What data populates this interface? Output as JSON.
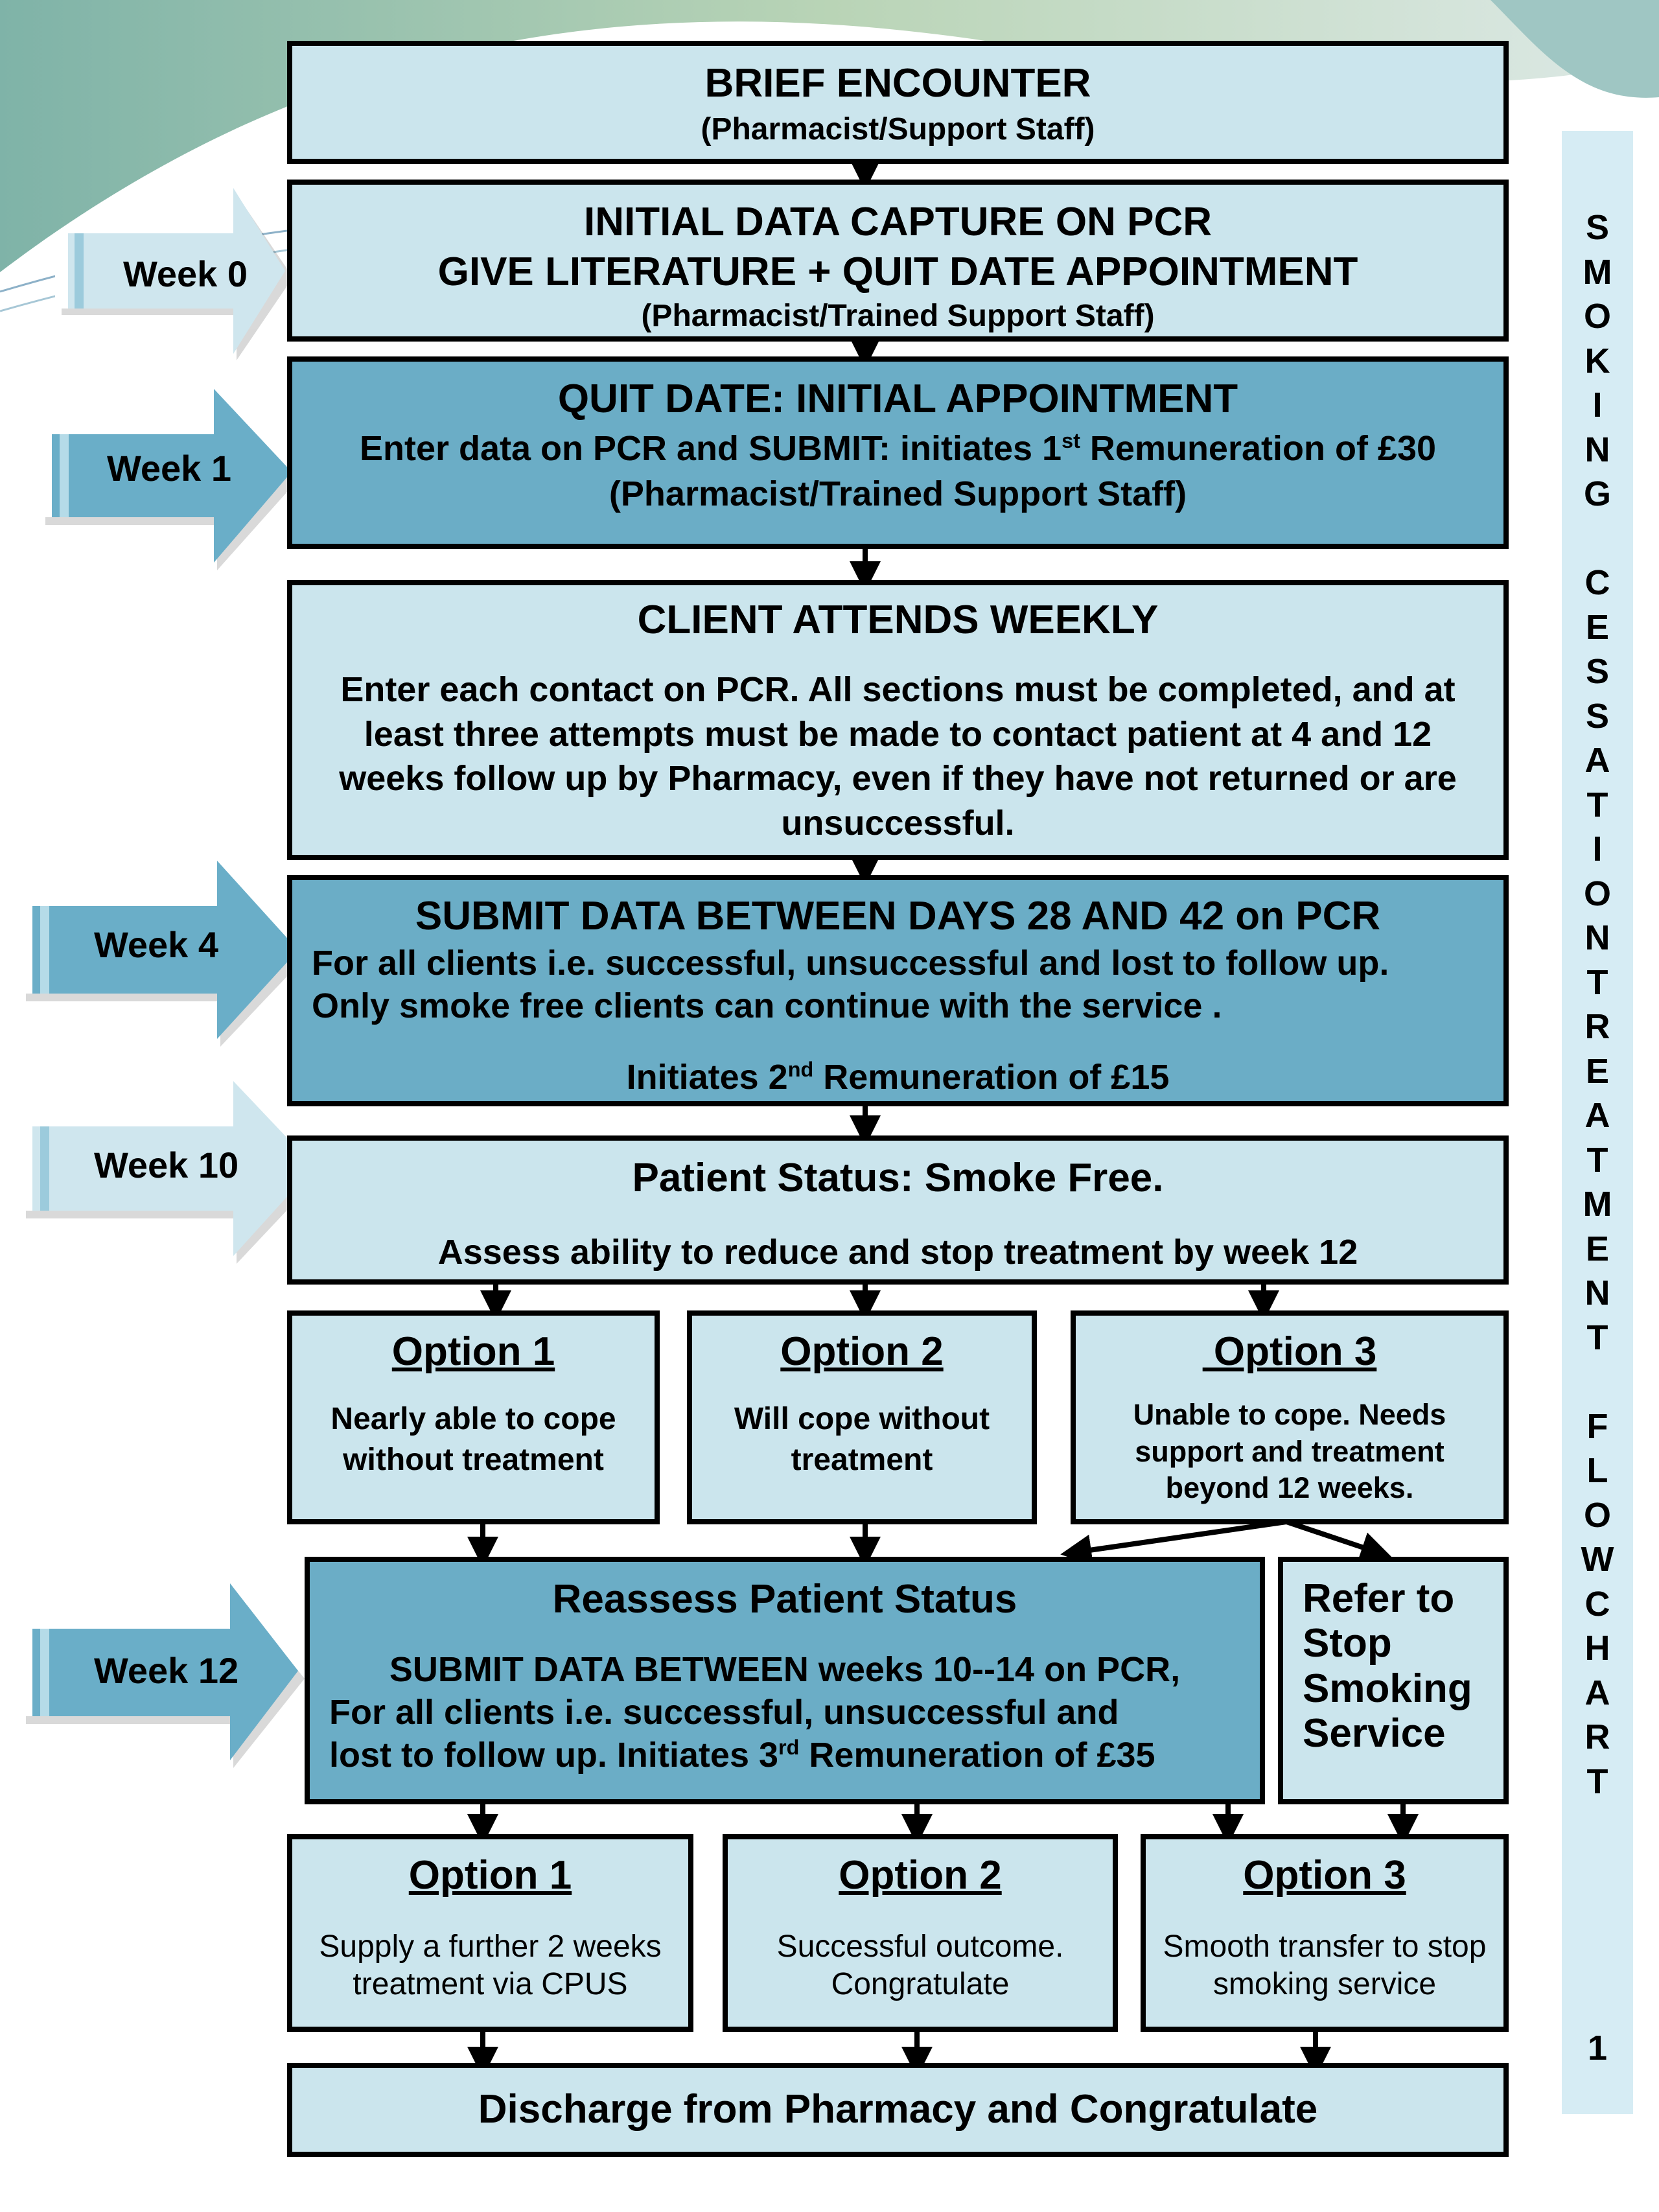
{
  "colors": {
    "light_box": "#cbe5ed",
    "dark_box": "#6badc6",
    "arrow": "#6aaec8",
    "side_bar": "#d6ecf4"
  },
  "weeks": [
    "Week 0",
    "Week 1",
    "Week 4",
    "Week 10",
    "Week 12"
  ],
  "boxes": {
    "brief": {
      "title": "BRIEF ENCOUNTER",
      "sub": "(Pharmacist/Support Staff)"
    },
    "initial": {
      "line1": "INITIAL DATA CAPTURE ON PCR",
      "line2": "GIVE LITERATURE + QUIT DATE APPOINTMENT",
      "sub": "(Pharmacist/Trained Support Staff)"
    },
    "quit": {
      "title": "QUIT DATE: INITIAL APPOINTMENT",
      "line1_pre": "Enter data on PCR and SUBMIT: initiates 1",
      "line1_sup": "st",
      "line1_post": " Remuneration of £30",
      "sub": "(Pharmacist/Trained Support Staff)"
    },
    "weekly": {
      "title": "CLIENT  ATTENDS WEEKLY",
      "body": "Enter each contact on PCR. All sections must be completed, and at least three attempts must be made to contact patient at 4 and 12 weeks follow up by Pharmacy, even if they have not returned or are unsuccessful."
    },
    "submit4": {
      "title": "SUBMIT DATA BETWEEN DAYS 28 AND 42 on PCR",
      "line1": "For all clients i.e. successful, unsuccessful and lost to follow up.",
      "line2": "Only smoke free clients can continue with the service .",
      "rem_pre": "Initiates 2",
      "rem_sup": "nd",
      "rem_post": " Remuneration of £15"
    },
    "status": {
      "title": "Patient Status: Smoke Free.",
      "body": "Assess ability to reduce and stop treatment by week 12"
    },
    "options_a": [
      {
        "title": "Option 1",
        "body": "Nearly able to cope without treatment"
      },
      {
        "title": "Option 2",
        "body": "Will cope without treatment"
      },
      {
        "title": " Option 3",
        "body": "Unable to cope. Needs support and treatment beyond  12 weeks."
      }
    ],
    "reassess": {
      "title": "Reassess Patient Status",
      "line1": "SUBMIT DATA BETWEEN weeks 10--14 on PCR,",
      "line2": "For all clients  i.e. successful, unsuccessful and",
      "line3_pre": "lost to follow up.  Initiates 3",
      "line3_sup": "rd",
      "line3_post": " Remuneration of £35"
    },
    "refer": {
      "text": "Refer to Stop Smoking Service"
    },
    "options_b": [
      {
        "title": "Option 1",
        "body": "Supply a further 2 weeks treatment via CPUS"
      },
      {
        "title": "Option 2",
        "body": "Successful outcome. Congratulate"
      },
      {
        "title": "Option 3",
        "body": "Smooth transfer to stop smoking service"
      }
    ],
    "discharge": {
      "title": "Discharge from Pharmacy and Congratulate"
    }
  },
  "side_title": [
    "S",
    "M",
    "O",
    "K",
    "I",
    "N",
    "G",
    "",
    "C",
    "E",
    "S",
    "S",
    "A",
    "T",
    "I",
    "O",
    "N",
    "T",
    "R",
    "E",
    "A",
    "T",
    "M",
    "E",
    "N",
    "T",
    "",
    "F",
    "L",
    "O",
    "W",
    "C",
    "H",
    "A",
    "R",
    "T",
    "",
    "",
    "",
    "",
    "",
    "1"
  ]
}
